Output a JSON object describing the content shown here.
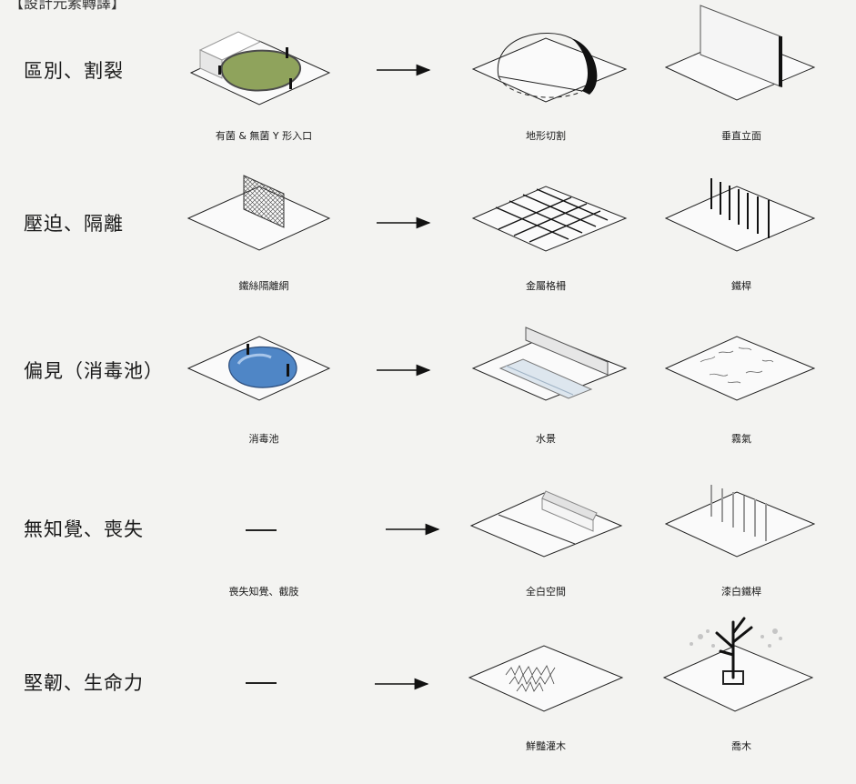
{
  "header_fragment": "【設計元素轉譯】",
  "rows": [
    {
      "title": "區別、割裂",
      "captions": [
        "有菌 & 無菌 Y 形入口",
        "地形切割",
        "垂直立面"
      ]
    },
    {
      "title": "壓迫、隔離",
      "captions": [
        "鐵絲隔離網",
        "金屬格柵",
        "鐵桿"
      ]
    },
    {
      "title": "偏見（消毒池）",
      "captions": [
        "消毒池",
        "水景",
        "霧氣"
      ]
    },
    {
      "title": "無知覺、喪失",
      "dash": "—",
      "captions": [
        "喪失知覺、截肢",
        "全白空間",
        "漆白鐵桿"
      ]
    },
    {
      "title": "堅韌、生命力",
      "dash": "—",
      "captions": [
        "",
        "鮮豔灌木",
        "喬木"
      ]
    }
  ],
  "colors": {
    "ink": "#1a1a1a",
    "lawn": "#8fa35c",
    "pool": "#4f86c6",
    "background": "#f3f3f1"
  }
}
